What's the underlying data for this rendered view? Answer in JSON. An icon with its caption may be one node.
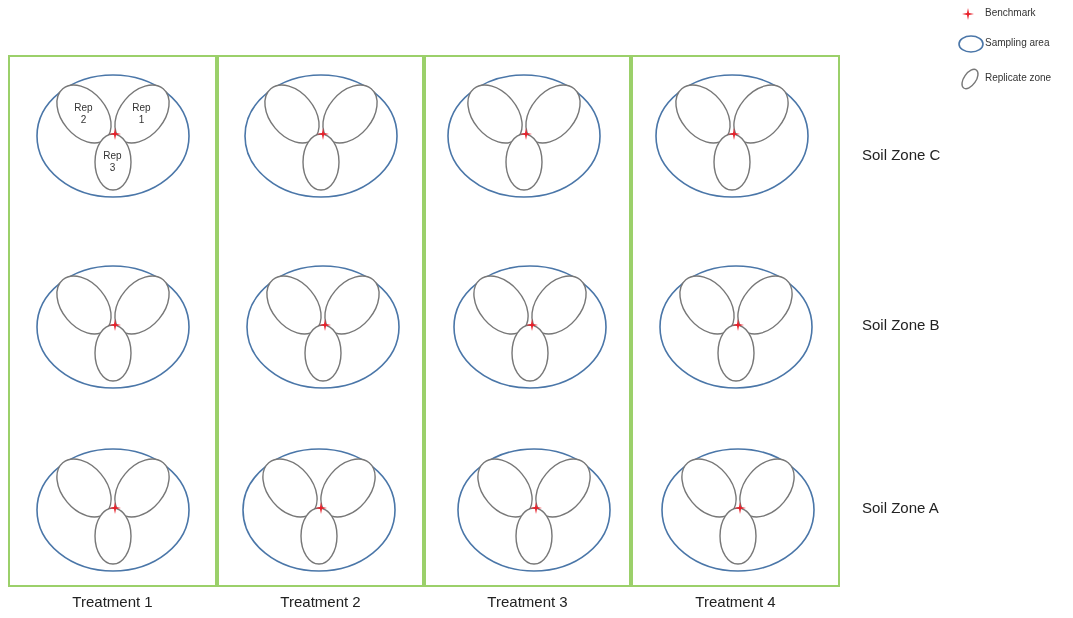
{
  "diagram": {
    "nodes": [
      {
        "text": [
          "Treatment 1"
        ]
      },
      {
        "text": [],
        "shape": "ellipse",
        "in": 0
      },
      {
        "text": [
          "Rep 2"
        ],
        "in": 1
      },
      {
        "text": [
          "Rep 1"
        ],
        "in": 1
      },
      {
        "text": [
          "Rep 3"
        ],
        "in": 1
      },
      {
        "text": [],
        "shape": "ellipse",
        "in": 0
      },
      {
        "text": [],
        "shape": "ellipse",
        "in": 5
      },
      {
        "text": [],
        "shape": "ellipse",
        "in": 5
      },
      {
        "text": [],
        "shape": "ellipse",
        "in": 5
      },
      {
        "text": [],
        "shape": "ellipse",
        "in": 0
      },
      {
        "text": [],
        "shape": "ellipse",
        "in": 9
      },
      {
        "text": [],
        "shape": "ellipse",
        "in": 9
      },
      {
        "text": [],
        "shape": "ellipse",
        "in": 9
      },
      {
        "text": [
          "Treatment 2"
        ]
      },
      {
        "text": [],
        "shape": "ellipse",
        "in": 13
      },
      {
        "text": [],
        "shape": "ellipse",
        "in": 14
      },
      {
        "text": [],
        "shape": "ellipse",
        "in": 14
      },
      {
        "text": [],
        "shape": "ellipse",
        "in": 14
      },
      {
        "text": [],
        "shape": "ellipse",
        "in": 13
      },
      {
        "text": [],
        "shape": "ellipse",
        "in": 18
      },
      {
        "text": [],
        "shape": "ellipse",
        "in": 18
      },
      {
        "text": [],
        "shape": "ellipse",
        "in": 18
      },
      {
        "text": [],
        "shape": "ellipse",
        "in": 13
      },
      {
        "text": [],
        "shape": "ellipse",
        "in": 22
      },
      {
        "text": [],
        "shape": "ellipse",
        "in": 22
      },
      {
        "text": [],
        "shape": "ellipse",
        "in": 22
      },
      {
        "text": [
          "Treatment 3"
        ]
      },
      {
        "text": [],
        "shape": "ellipse",
        "in": 26
      },
      {
        "text": [],
        "shape": "ellipse",
        "in": 27
      },
      {
        "text": [],
        "shape": "ellipse",
        "in": 27
      },
      {
        "text": [],
        "shape": "ellipse",
        "in": 27
      },
      {
        "text": [],
        "shape": "ellipse",
        "in": 26
      },
      {
        "text": [],
        "shape": "ellipse",
        "in": 31
      },
      {
        "text": [],
        "shape": "ellipse",
        "in": 31
      },
      {
        "text": [],
        "shape": "ellipse",
        "in": 31
      },
      {
        "text": [],
        "shape": "ellipse",
        "in": 26
      },
      {
        "text": [],
        "shape": "ellipse",
        "in": 35
      },
      {
        "text": [],
        "shape": "ellipse",
        "in": 35
      },
      {
        "text": [],
        "shape": "ellipse",
        "in": 35
      },
      {
        "text": [
          "Treatment 4"
        ]
      },
      {
        "text": [],
        "shape": "ellipse",
        "in": 39
      },
      {
        "text": [],
        "shape": "ellipse",
        "in": 40
      },
      {
        "text": [],
        "shape": "ellipse",
        "in": 40
      },
      {
        "text": [],
        "shape": "ellipse",
        "in": 40
      },
      {
        "text": [],
        "shape": "ellipse",
        "in": 39
      },
      {
        "text": [],
        "shape": "ellipse",
        "in": 44
      },
      {
        "text": [],
        "shape": "ellipse",
        "in": 44
      },
      {
        "text": [],
        "shape": "ellipse",
        "in": 44
      },
      {
        "text": [],
        "shape": "ellipse",
        "in": 39
      },
      {
        "text": [],
        "shape": "ellipse",
        "in": 48
      },
      {
        "text": [],
        "shape": "ellipse",
        "in": 48
      },
      {
        "text": [],
        "shape": "ellipse",
        "in": 48
      }
    ],
    "labels": [
      "Soil Zone C",
      "Soil Zone B",
      "Soil Zone A"
    ],
    "legend": [
      {
        "text": "Benchmark"
      },
      {
        "text": "Sampling area"
      },
      {
        "text": "Replicate zone"
      }
    ]
  }
}
